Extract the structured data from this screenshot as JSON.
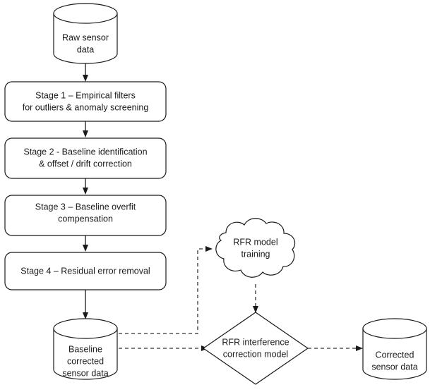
{
  "diagram": {
    "title": "Sensor data correction pipeline flowchart",
    "background_color": "#ffffff",
    "stroke_color": "#1a1a1a",
    "text_color": "#1a1a1a",
    "nodes": {
      "raw_data": {
        "shape": "cylinder",
        "line1": "Raw sensor",
        "line2": "data"
      },
      "stage1": {
        "shape": "rounded-rectangle",
        "line1": "Stage 1 – Empirical filters",
        "line2": "for outliers & anomaly screening"
      },
      "stage2": {
        "shape": "rounded-rectangle",
        "line1": "Stage 2 - Baseline identification",
        "line2": "& offset / drift correction"
      },
      "stage3": {
        "shape": "rounded-rectangle",
        "line1": "Stage 3 – Baseline overfit",
        "line2": "compensation"
      },
      "stage4": {
        "shape": "rounded-rectangle",
        "line1": "Stage 4 – Residual error removal",
        "line2": ""
      },
      "baseline_corrected": {
        "shape": "cylinder",
        "line1": "Baseline",
        "line2": "corrected",
        "line3": "sensor data"
      },
      "rfr_training": {
        "shape": "cloud",
        "line1": "RFR model",
        "line2": "training"
      },
      "rfr_model": {
        "shape": "diamond",
        "line1": "RFR interference",
        "line2": "correction model"
      },
      "corrected_data": {
        "shape": "cylinder",
        "line1": "Corrected",
        "line2": "sensor data"
      }
    },
    "edges": [
      {
        "from": "raw_data",
        "to": "stage1",
        "style": "solid",
        "arrow": true
      },
      {
        "from": "stage1",
        "to": "stage2",
        "style": "solid",
        "arrow": true
      },
      {
        "from": "stage2",
        "to": "stage3",
        "style": "solid",
        "arrow": true
      },
      {
        "from": "stage3",
        "to": "stage4",
        "style": "solid",
        "arrow": true
      },
      {
        "from": "stage4",
        "to": "baseline_corrected",
        "style": "solid",
        "arrow": true
      },
      {
        "from": "baseline_corrected",
        "to": "rfr_training",
        "style": "dashed",
        "arrow": true
      },
      {
        "from": "baseline_corrected",
        "to": "rfr_model",
        "style": "dashed",
        "arrow": true
      },
      {
        "from": "rfr_training",
        "to": "rfr_model",
        "style": "dashed",
        "arrow": true
      },
      {
        "from": "rfr_model",
        "to": "corrected_data",
        "style": "dashed",
        "arrow": true
      }
    ]
  }
}
